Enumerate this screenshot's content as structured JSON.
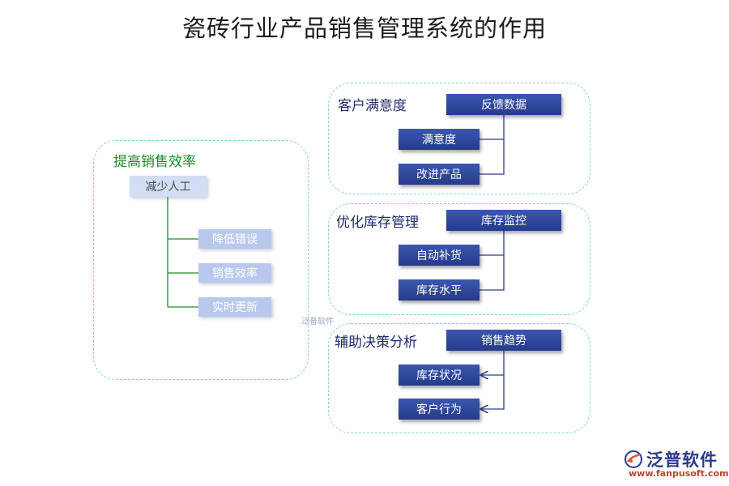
{
  "title": "瓷砖行业产品销售管理系统的作用",
  "left_panel": {
    "title": "提高销售效率",
    "root": "减少人工",
    "items": [
      "降低错误",
      "销售效率",
      "实时更新"
    ]
  },
  "right_panels": [
    {
      "title": "客户满意度",
      "root": "反馈数据",
      "items": [
        "满意度",
        "改进产品"
      ]
    },
    {
      "title": "优化库存管理",
      "root": "库存监控",
      "items": [
        "自动补货",
        "库存水平"
      ]
    },
    {
      "title": "辅助决策分析",
      "root": "销售趋势",
      "items": [
        "库存状况",
        "客户行为"
      ]
    }
  ],
  "watermark": "泛普软件",
  "logo": {
    "name": "泛普软件",
    "url": "www.fanpusoft.com"
  },
  "colors": {
    "dark_box": "#2f4a9e",
    "light_box": "#b9c9ee",
    "panel_border": "#7fd2d8",
    "connector_left": "#1b8e25"
  }
}
